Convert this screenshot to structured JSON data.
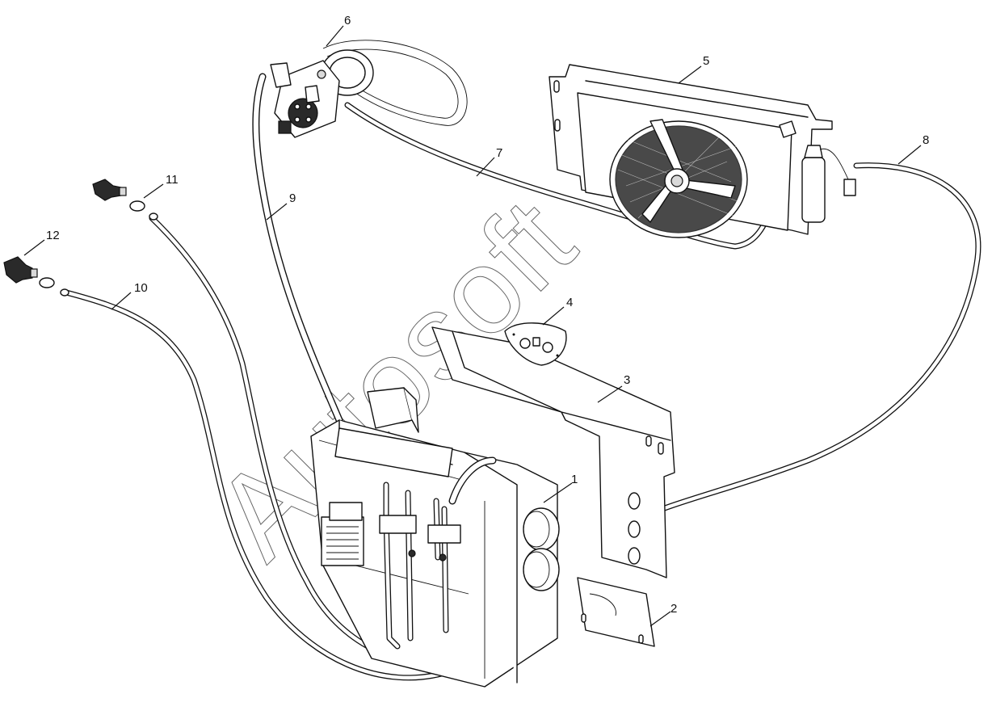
{
  "diagram": {
    "callouts": [
      {
        "id": "c1",
        "label": "1"
      },
      {
        "id": "c2",
        "label": "2"
      },
      {
        "id": "c3",
        "label": "3"
      },
      {
        "id": "c4",
        "label": "4"
      },
      {
        "id": "c5",
        "label": "5"
      },
      {
        "id": "c6",
        "label": "6"
      },
      {
        "id": "c7",
        "label": "7"
      },
      {
        "id": "c8",
        "label": "8"
      },
      {
        "id": "c9",
        "label": "9"
      },
      {
        "id": "c10",
        "label": "10"
      },
      {
        "id": "c11",
        "label": "11"
      },
      {
        "id": "c12",
        "label": "12"
      }
    ],
    "watermark": "Autosoft"
  }
}
